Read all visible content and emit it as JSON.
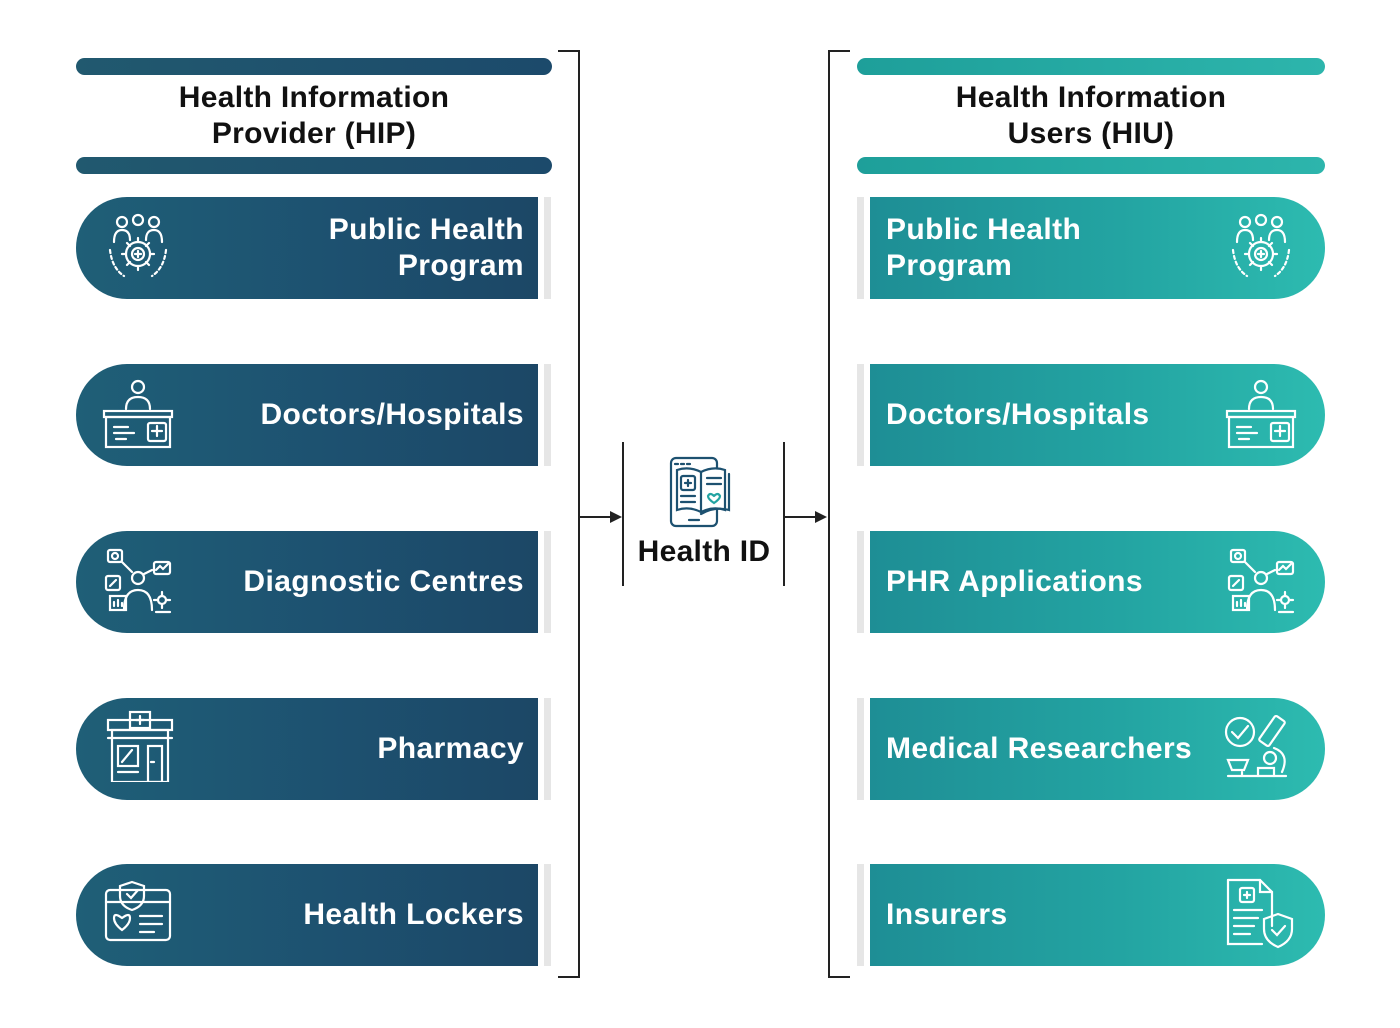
{
  "left_panel": {
    "title_line1": "Health Information",
    "title_line2": "Provider (HIP)",
    "items": [
      {
        "line1": "Public Health",
        "line2": "Program",
        "icon": "community-gear-icon"
      },
      {
        "line1": "Doctors/Hospitals",
        "line2": "",
        "icon": "doctor-desk-icon"
      },
      {
        "line1": "Diagnostic Centres",
        "line2": "",
        "icon": "diagnostics-icon"
      },
      {
        "line1": "Pharmacy",
        "line2": "",
        "icon": "pharmacy-store-icon"
      },
      {
        "line1": "Health Lockers",
        "line2": "",
        "icon": "health-card-icon"
      }
    ]
  },
  "center": {
    "label": "Health ID",
    "icon": "health-record-tablet-icon"
  },
  "right_panel": {
    "title_line1": "Health Information",
    "title_line2": "Users (HIU)",
    "items": [
      {
        "line1": "Public Health",
        "line2": "Program",
        "icon": "community-gear-icon"
      },
      {
        "line1": "Doctors/Hospitals",
        "line2": "",
        "icon": "doctor-desk-icon"
      },
      {
        "line1": "PHR Applications",
        "line2": "",
        "icon": "diagnostics-icon"
      },
      {
        "line1": "Medical Researchers",
        "line2": "",
        "icon": "microscope-icon"
      },
      {
        "line1": "Insurers",
        "line2": "",
        "icon": "insurance-document-icon"
      }
    ]
  },
  "colors": {
    "left_primary": "#1d5170",
    "right_primary": "#23a4a2",
    "text_dark": "#111111"
  }
}
